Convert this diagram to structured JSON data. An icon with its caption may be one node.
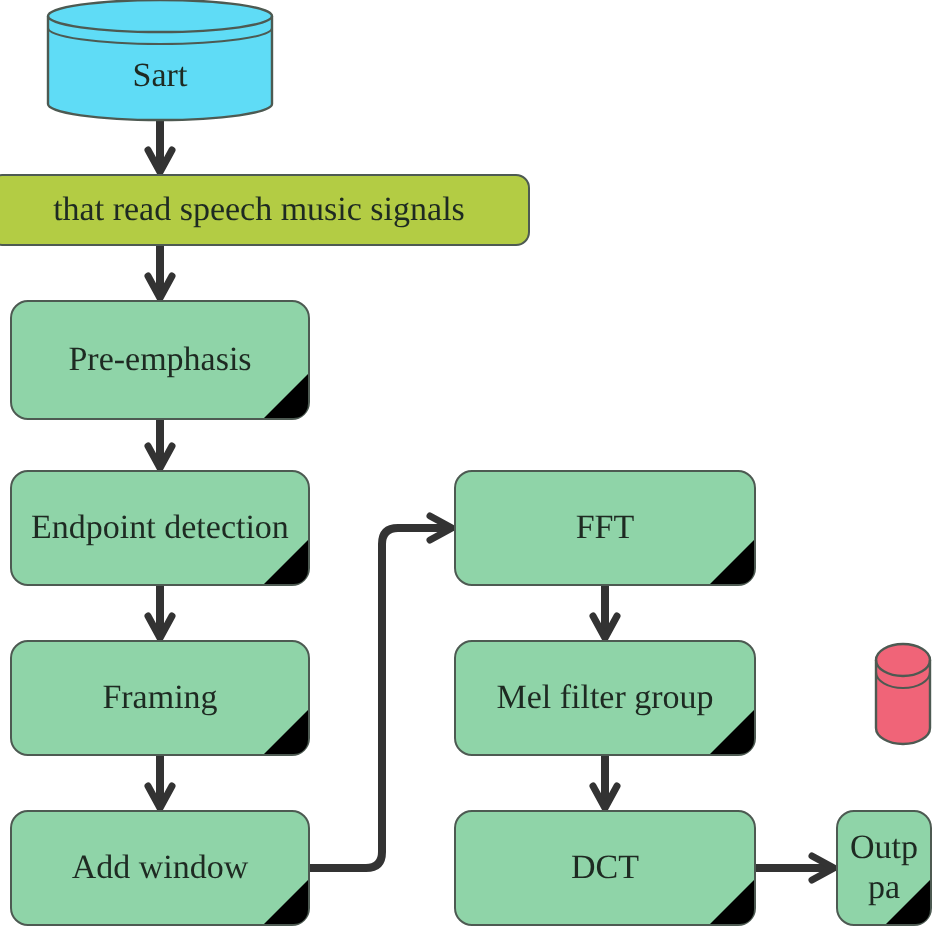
{
  "diagram": {
    "nodes": [
      {
        "text": [
          "Sart"
        ]
      },
      {
        "text": [
          "that read speech music signals"
        ]
      },
      {
        "text": [
          "Pre-emphasis"
        ]
      },
      {
        "text": [
          "Endpoint detection"
        ]
      },
      {
        "text": [
          "Framing"
        ]
      },
      {
        "text": [
          "Add window"
        ]
      },
      {
        "text": [
          "FFT"
        ]
      },
      {
        "text": [
          "Mel filter group"
        ]
      },
      {
        "text": [
          "DCT"
        ]
      },
      {
        "text": [
          "Outp pa"
        ]
      },
      {
        "text": [],
        "shape": "cylinder"
      }
    ],
    "edges": [
      {
        "from": 0,
        "to": 1,
        "arrow": "to"
      },
      {
        "from": 1,
        "to": 2,
        "arrow": "to"
      },
      {
        "from": 2,
        "to": 3,
        "arrow": "to"
      },
      {
        "from": 3,
        "to": 4,
        "arrow": "to"
      },
      {
        "from": 4,
        "to": 5,
        "arrow": "to"
      },
      {
        "from": 5,
        "to": 6,
        "arrow": "to"
      },
      {
        "from": 6,
        "to": 7,
        "arrow": "to"
      },
      {
        "from": 7,
        "to": 8,
        "arrow": "to"
      },
      {
        "from": 8,
        "to": 9,
        "arrow": "to"
      }
    ]
  }
}
